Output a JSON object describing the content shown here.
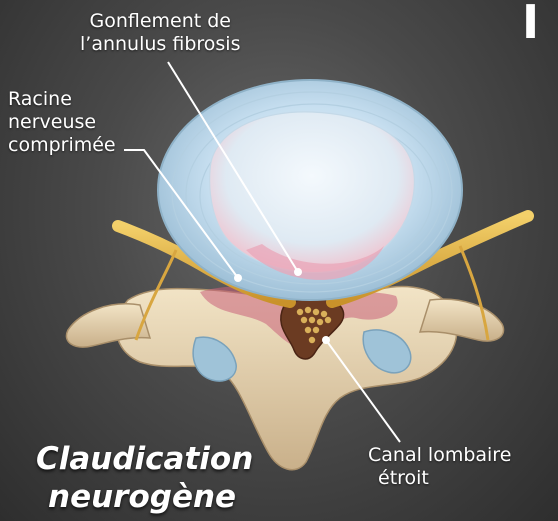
{
  "labels": {
    "annulus_line1": "Gonflement de",
    "annulus_line2": "l’annulus fibrosis",
    "racine_line1": "Racine",
    "racine_line2": "nerveuse",
    "racine_line3": "comprimée",
    "canal_line1": "Canal lombaire",
    "canal_line2": "étroit"
  },
  "title": {
    "line1": "Claudication",
    "line2": "neurogène"
  },
  "corner_glyph": "I",
  "colors": {
    "background": "#4a4a4a",
    "bone": "#e9d8b8",
    "disc": "#cfe3ef",
    "nerve": "#e8b84a",
    "inflammation": "#c9607a",
    "leader": "#ffffff"
  }
}
